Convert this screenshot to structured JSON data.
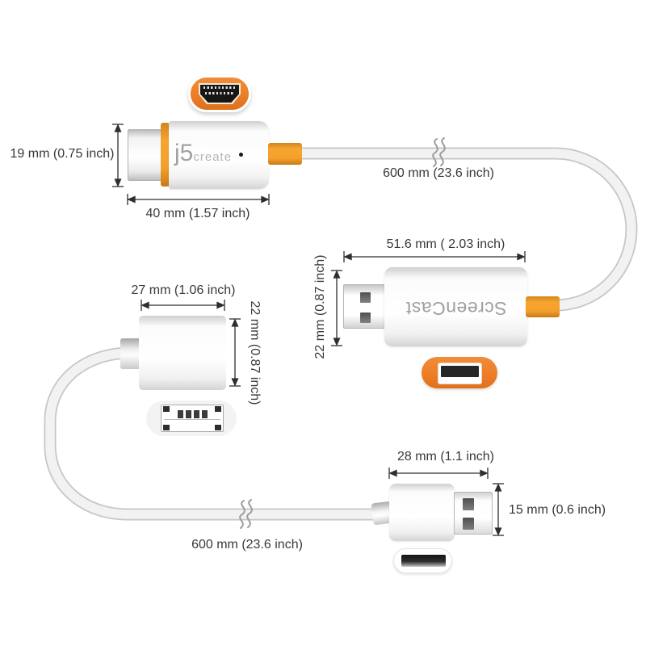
{
  "branding": {
    "logo_j5": "j5",
    "logo_create": "create",
    "screencast_label": "ScreenCast"
  },
  "colors": {
    "orange": "#EE7E28",
    "orange_dark": "#D2851C",
    "dimension_line": "#2e2e2e",
    "label_text": "#383838",
    "logo_gray": "#a2a2a2"
  },
  "labels": {
    "dongle_height": "19 mm (0.75 inch)",
    "dongle_width": "40 mm (1.57 inch)",
    "cable_top_length": "600 mm (23.6 inch)",
    "screencast_width": "51.6 mm ( 2.03 inch)",
    "screencast_height": "22 mm (0.87 inch)",
    "coupler_width": "27 mm (1.06 inch)",
    "coupler_height": "22 mm (0.87 inch)",
    "usb_plug_width": "28 mm (1.1 inch)",
    "usb_plug_height": "15 mm (0.6 inch)",
    "cable_bottom_length": "600 mm (23.6 inch)"
  }
}
